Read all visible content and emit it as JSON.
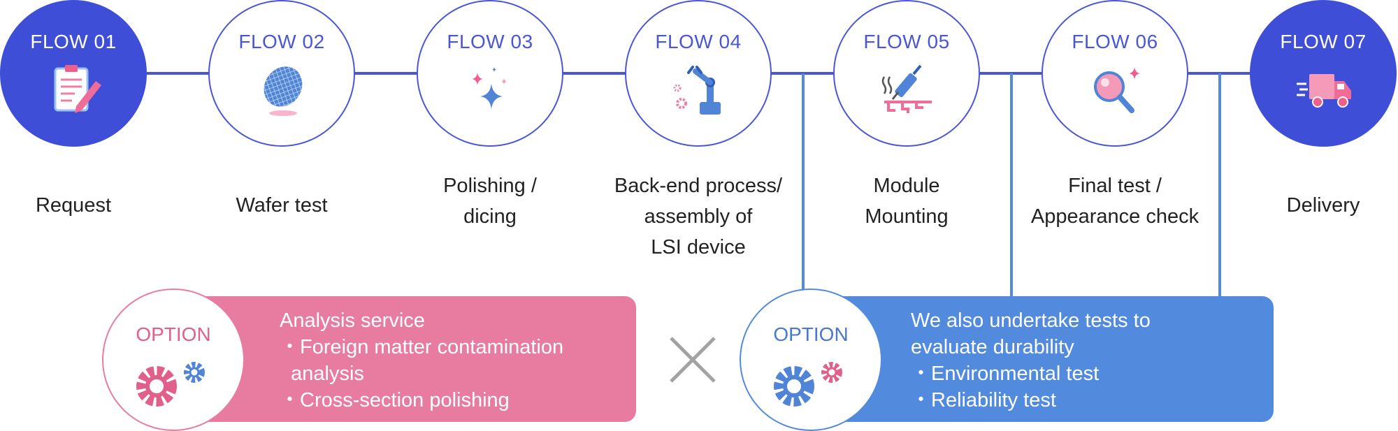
{
  "colors": {
    "blue": "#3f4ed6",
    "line_blue": "#4a56d8",
    "pink": "#e87ca0",
    "panel_blue": "#528ade",
    "times": "#a3a3a3"
  },
  "flows": [
    {
      "label": "FLOW 01",
      "icon": "clipboard-pen-icon",
      "text": [
        "Request"
      ]
    },
    {
      "label": "FLOW 02",
      "icon": "wafer-icon",
      "text": [
        "Wafer test"
      ]
    },
    {
      "label": "FLOW 03",
      "icon": "sparkle-icon",
      "text": [
        "Polishing /",
        "dicing"
      ]
    },
    {
      "label": "FLOW 04",
      "icon": "robot-arm-icon",
      "text": [
        "Back-end process/",
        "assembly of",
        "LSI device"
      ]
    },
    {
      "label": "FLOW 05",
      "icon": "soldering-iron-icon",
      "text": [
        "Module",
        "Mounting"
      ]
    },
    {
      "label": "FLOW 06",
      "icon": "magnifier-icon",
      "text": [
        "Final test /",
        "Appearance check"
      ]
    },
    {
      "label": "FLOW 07",
      "icon": "delivery-truck-icon",
      "text": [
        "Delivery"
      ]
    }
  ],
  "options": [
    {
      "label": "OPTION",
      "icon": "gears-icon",
      "lines": [
        "Analysis service",
        "・Foreign matter contamination",
        "  analysis",
        "・Cross-section polishing"
      ]
    },
    {
      "label": "OPTION",
      "icon": "gears-icon",
      "lines": [
        "We also undertake tests to",
        "evaluate durability",
        "・Environmental test",
        "・Reliability test"
      ]
    }
  ],
  "separator": "times-icon"
}
